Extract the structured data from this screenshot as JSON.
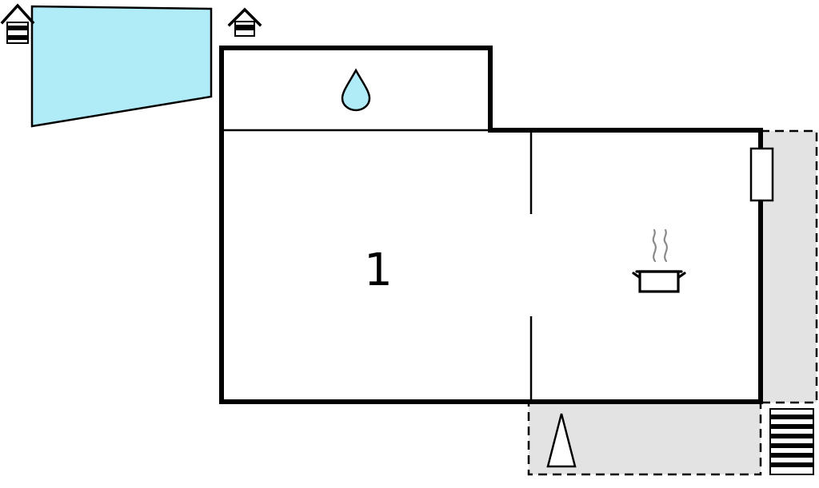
{
  "floorplan": {
    "room_label": "1",
    "colors": {
      "water": "#b0ecf7",
      "terrace": "#e3e3e3",
      "wall": "#000000",
      "steam": "#8a8a8a",
      "background": "#ffffff"
    },
    "icons": {
      "pool": "pool-area",
      "hut_top_left": "hut-icon",
      "hut_above_bathroom": "hut-icon",
      "water_drop": "water-drop-icon",
      "cooking_pot": "cooking-pot-icon",
      "window": "window-marker",
      "tree": "tree-icon",
      "stairs": "stairs-icon",
      "terrace_right": "terrace-area",
      "terrace_bottom": "terrace-area"
    }
  }
}
